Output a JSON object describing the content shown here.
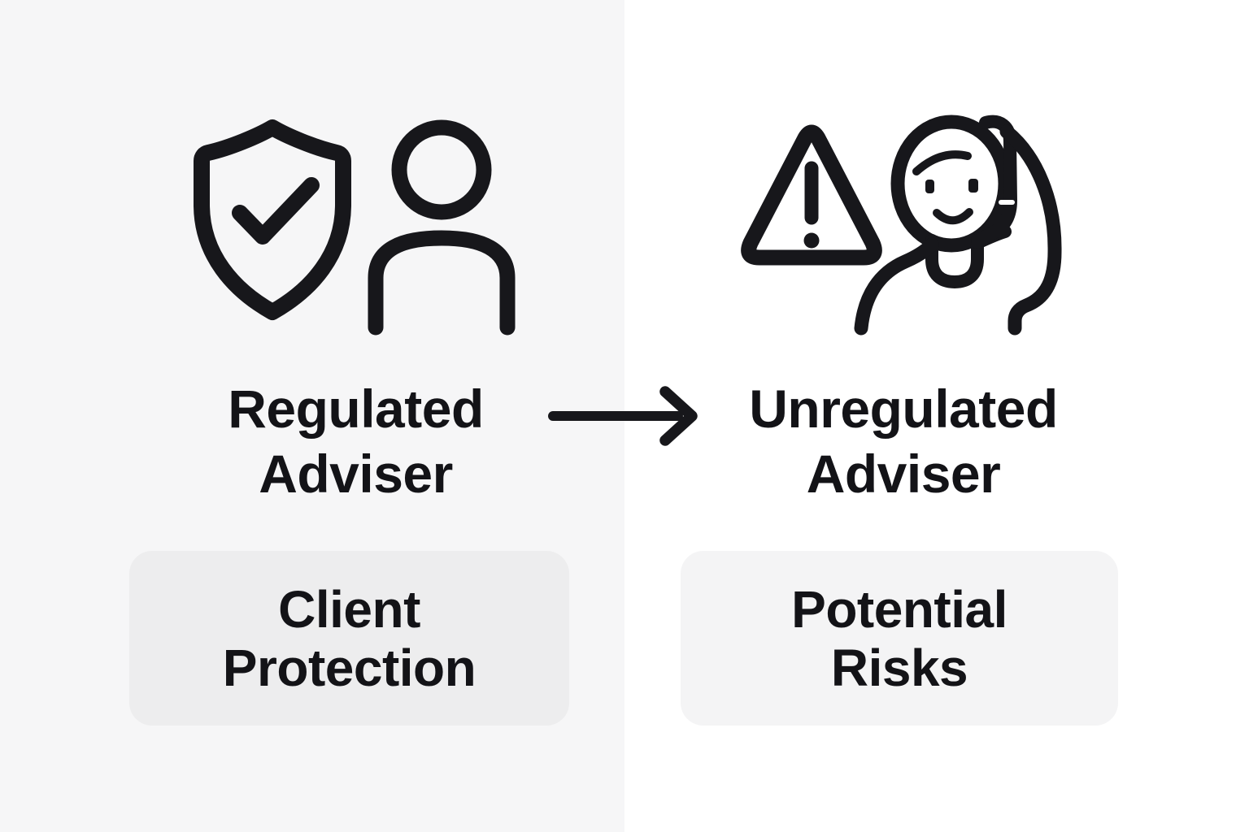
{
  "page": {
    "background_left": "#f6f6f7",
    "background_right": "#ffffff",
    "ink_color": "#17171b",
    "text_color": "#131317"
  },
  "panels": {
    "left": {
      "title": [
        "Regulated",
        "Adviser"
      ],
      "badge": [
        "Client",
        "Protection"
      ],
      "badge_background": "#ededee",
      "icons": [
        "shield-check-icon",
        "person-icon"
      ]
    },
    "right": {
      "title": [
        "Unregulated",
        "Adviser"
      ],
      "badge": [
        "Potential",
        "Risks"
      ],
      "badge_background": "#f4f4f5",
      "icons": [
        "warning-triangle-icon",
        "worried-person-icon"
      ]
    }
  },
  "arrow": {
    "icon": "arrow-right-icon",
    "direction": "left-to-right"
  }
}
